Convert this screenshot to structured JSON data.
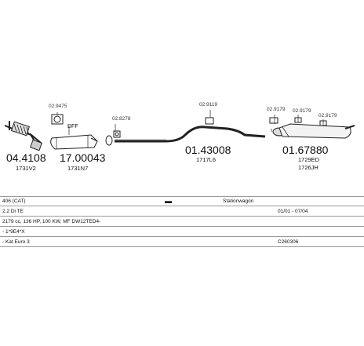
{
  "parts": [
    {
      "number": "04.4108",
      "sub": "1731V2"
    },
    {
      "number": "17.00043",
      "sub": "1731N7",
      "tag": "DFF"
    },
    {
      "number": "01.43008",
      "sub": "1717L6"
    },
    {
      "number": "01.67880",
      "sub": "1729ED",
      "sub2": "1726JH"
    }
  ],
  "refs": {
    "gasket": "02.9475",
    "clamp_a": "02.8278",
    "clamp_b": "02.9119",
    "clamp_c": "02.9179",
    "clamp_d": "02.9179",
    "clamp_e": "02.9179"
  },
  "info": {
    "model": "406 (CAT)",
    "body": "Stationwagon",
    "engine": "2.2 Di TE",
    "years": "01/01 - 07/04",
    "spec": "2179 cc, 136 HP, 100 KW, MF DW12TED4-",
    "code": "- 1*9E4*X",
    "emission": "- Kat Euro 3",
    "catalog": "C260306"
  }
}
